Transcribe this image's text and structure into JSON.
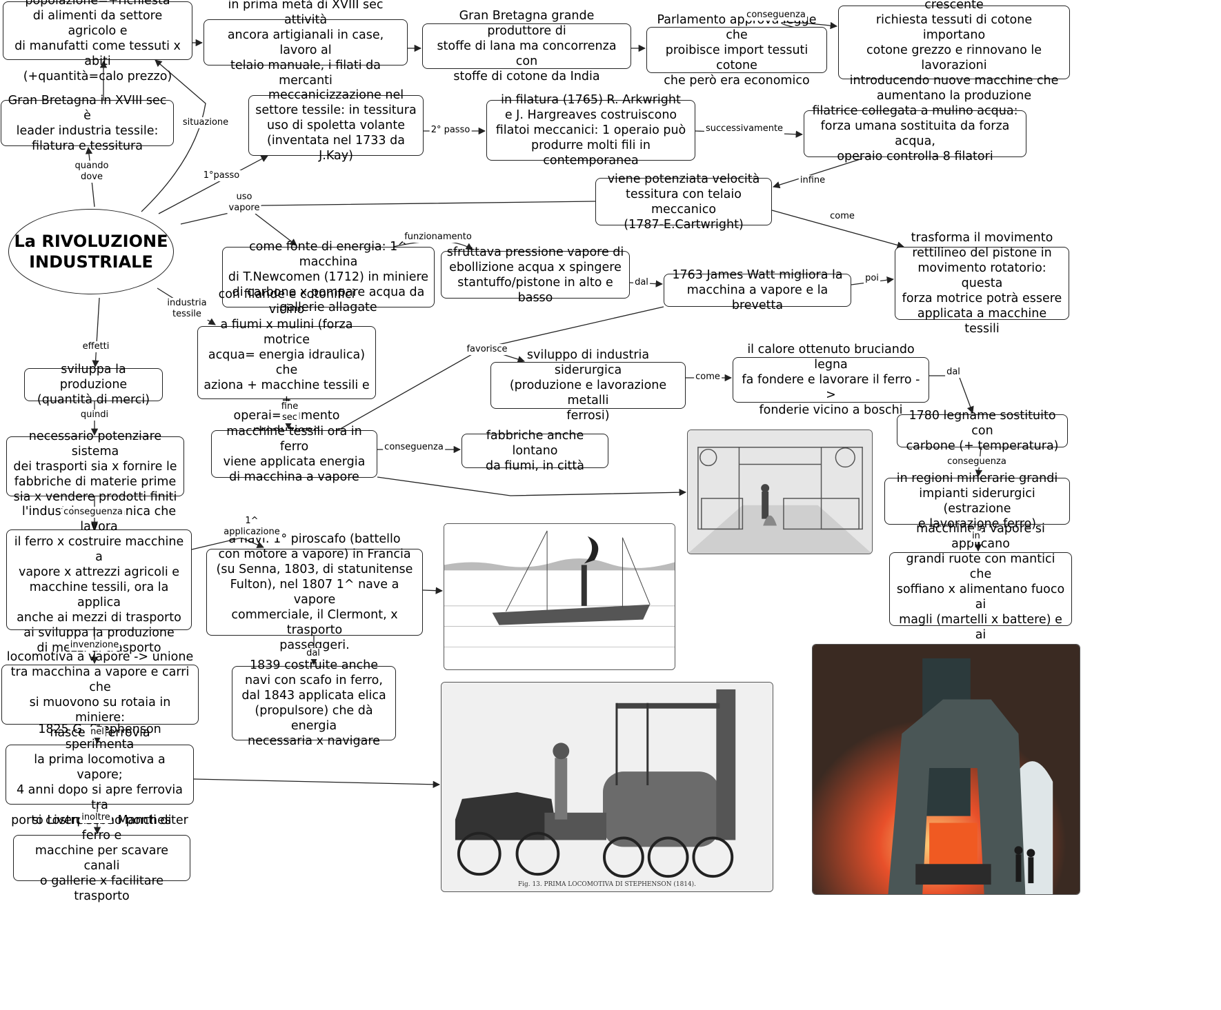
{
  "root": {
    "label": "La RIVOLUZIONE\nINDUSTRIALE"
  },
  "nodes": {
    "n1": "crescita popolazione=+richiesta\ndi alimenti da settore agricolo e\ndi manufatti come tessuti x abiti\n(+quantità=calo prezzo)",
    "n2": "in prima metà di XVIII sec attività\nancora artigianali in case, lavoro al\ntelaio manuale, i filati da mercanti",
    "n3": "Gran Bretagna grande produttore di\nstoffe di lana ma concorrenza con\nstoffe di cotone da India",
    "n4": "Parlamento approva legge che\nproibisce import tessuti cotone\nche però era economico",
    "n5": "imprenditori x rispondere a crescente\nrichiesta tessuti di cotone importano\ncotone grezzo e rinnovano le lavorazioni\nintroducendo nuove macchine che\naumentano la produzione",
    "n6": "Gran Bretagna in XVIII  sec è\nleader industria tessile:\nfilatura e tessitura",
    "n7": "meccanicizzazione nel\nsettore tessile: in tessitura\nuso di spoletta volante\n(inventata nel 1733 da J.Kay)",
    "n8": "in filatura (1765) R. Arkwright\ne J. Hargreaves costruiscono\nfilatoi meccanici: 1 operaio può\nprodurre molti fili in contemporanea",
    "n9": "filatrice collegata a mulino acqua:\nforza umana sostituita da forza acqua,\noperaio controlla 8 filatori",
    "n10": "viene potenziata velocità\ntessitura con telaio meccanico\n(1787-E.Cartwright)",
    "n11": "trasforma il movimento\nrettilineo del pistone in\nmovimento rotatorio: questa\nforza motrice potrà essere\napplicata a macchine tessili",
    "n12": "come fonte di energia: 1^ macchina\ndi T.Newcomen (1712) in miniere\ndi carbone x pompare acqua da\ngallerie allagate",
    "n13": "sfruttava pressione vapore di\nebollizione acqua x spingere\nstantuffo/pistone in alto e basso",
    "n14": "1763 James Watt migliora la\nmacchina a vapore e la brevetta",
    "n15": "con filande e cotonifici vicino\na fiumi x mulini (forza motrice\nacqua= energia idraulica) che\naziona + macchine tessili e +\noperai= aumento produzione",
    "n16": "sviluppo di industria siderurgica\n(produzione e lavorazione metalli\nferrosi)",
    "n17": "il calore ottenuto bruciando legna\nfa fondere e lavorare il ferro ->\nfonderie vicino a boschi",
    "n18": "sviluppa la produzione\n(quantità di merci)",
    "n19": "macchine tessili ora in ferro\nviene applicata energia\ndi macchina a vapore",
    "n20": "fabbriche anche lontano\nda fiumi, in città",
    "n21": "1780 legname sostituito con\ncarbone (+ temperatura)",
    "n22": "necessario potenziare sistema\ndei trasporti sia x fornire le\nfabbriche di materie prime\nsia x vendere prodotti finiti",
    "n23": "in regioni minerarie grandi\nimpianti siderurgici (estrazione\ne lavorazione ferro)",
    "n24": "l'industria meccanica che lavora\nil ferro x costruire macchine a\nvapore x attrezzi agricoli e\nmacchine tessili, ora la applica\nanche ai mezzi di trasporto\nai sviluppa la produzione\ndi mezzi di trasporto",
    "n25": "a navi: 1° piroscafo (battello\ncon motore a vapore) in Francia\n(su Senna, 1803, di statunitense\nFulton), nel 1807 1^ nave a vapore\ncommerciale, il Clermont, x trasporto\npasseggeri.",
    "n26": "macchine a vapore si applicano\ngrandi ruote con mantici che\nsoffiano x alimentano fuoco ai\nmagli (martelli x battere) e ai\nlaminatoi (sagome x ferro)",
    "n27": "locomotiva a vapore -> unione\ntra macchina a vapore e carri che\nsi muovono su rotaia in miniere:\nnasce la ferrovia",
    "n28": "1839 costruite anche\nnavi con scafo in ferro,\ndal 1843 applicata elica\n(propulsore) che dà energia\nnecessaria x navigare",
    "n29": "1825 G. Stephenson sperimenta\nla prima locomotiva a vapore;\n4 anni dopo si apre ferrovia tra\nporto Liverpool e Manchester",
    "n30": "si costruiscono ponti di ferro e\nmacchine per scavare canali\no gallerie x facilitare trasporto"
  },
  "labels": {
    "conseguenza_top": "conseguenza",
    "situazione": "situazione",
    "quando_dove": "quando\ndove",
    "passo1": "1°passo",
    "passo2": "2° passo",
    "successivamente": "successivamente",
    "infine": "infine",
    "uso_vapore": "uso\nvapore",
    "come_watt": "come",
    "funzionamento": "funzionamento",
    "dal_watt": "dal",
    "poi": "poi",
    "industria_tessile": "industria\ntessile",
    "effetti": "effetti",
    "favorisce": "favorisce",
    "come_calore": "come",
    "dal_carbone": "dal",
    "quindi": "quindi",
    "fine_sec": "fine\nsec",
    "conseguenza_fabbriche": "conseguenza",
    "conseguenza_trasporti": "conseguenza",
    "conseguenza_minerarie": "conseguenza",
    "in": "in",
    "applicazione1": "1^\napplicazione",
    "invenzione": "invenzione",
    "dal_navi": "dal",
    "nel": "nel",
    "inoltre": "inoltre"
  },
  "images": {
    "loom": {
      "icon": "power-loom-engraving-icon"
    },
    "steamship": {
      "icon": "steamship-engraving-icon"
    },
    "locomotive": {
      "icon": "stephenson-locomotive-engraving-icon",
      "caption": "Fig. 13. PRIMA LOCOMOTIVA DI STEPHENSON (1814)."
    },
    "forge": {
      "icon": "steam-hammer-forge-painting-icon"
    }
  },
  "colors": {
    "line": "#222222",
    "border": "#222222",
    "forge_fire": "#e8502a"
  }
}
